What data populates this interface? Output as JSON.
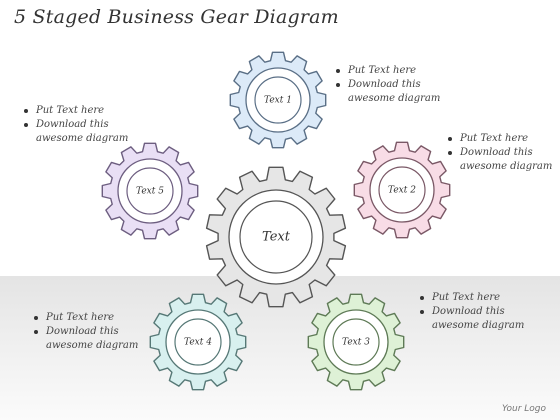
{
  "title": "5 Staged Business Gear Diagram",
  "center_gear": {
    "label": "Text",
    "fill": "#e6e6e6",
    "stroke": "#555555"
  },
  "gears": [
    {
      "id": "1",
      "label": "Text 1",
      "fill": "#dceaf8",
      "stroke": "#5a6f86"
    },
    {
      "id": "2",
      "label": "Text 2",
      "fill": "#f8dce6",
      "stroke": "#7a5866"
    },
    {
      "id": "3",
      "label": "Text 3",
      "fill": "#def1d6",
      "stroke": "#5e7a56"
    },
    {
      "id": "4",
      "label": "Text 4",
      "fill": "#d8f0ef",
      "stroke": "#567876"
    },
    {
      "id": "5",
      "label": "Text 5",
      "fill": "#e9dff5",
      "stroke": "#6d5e80"
    }
  ],
  "notes": [
    {
      "bullet1": "Put Text here",
      "bullet2_line1": "Download this",
      "bullet2_line2": "awesome diagram"
    },
    {
      "bullet1": "Put Text here",
      "bullet2_line1": "Download this",
      "bullet2_line2": "awesome diagram"
    },
    {
      "bullet1": "Put Text here",
      "bullet2_line1": "Download this",
      "bullet2_line2": "awesome diagram"
    },
    {
      "bullet1": "Put Text here",
      "bullet2_line1": "Download this",
      "bullet2_line2": "awesome diagram"
    },
    {
      "bullet1": "Put Text here",
      "bullet2_line1": "Download this",
      "bullet2_line2": "awesome diagram"
    }
  ],
  "logo_text": "Your Logo"
}
